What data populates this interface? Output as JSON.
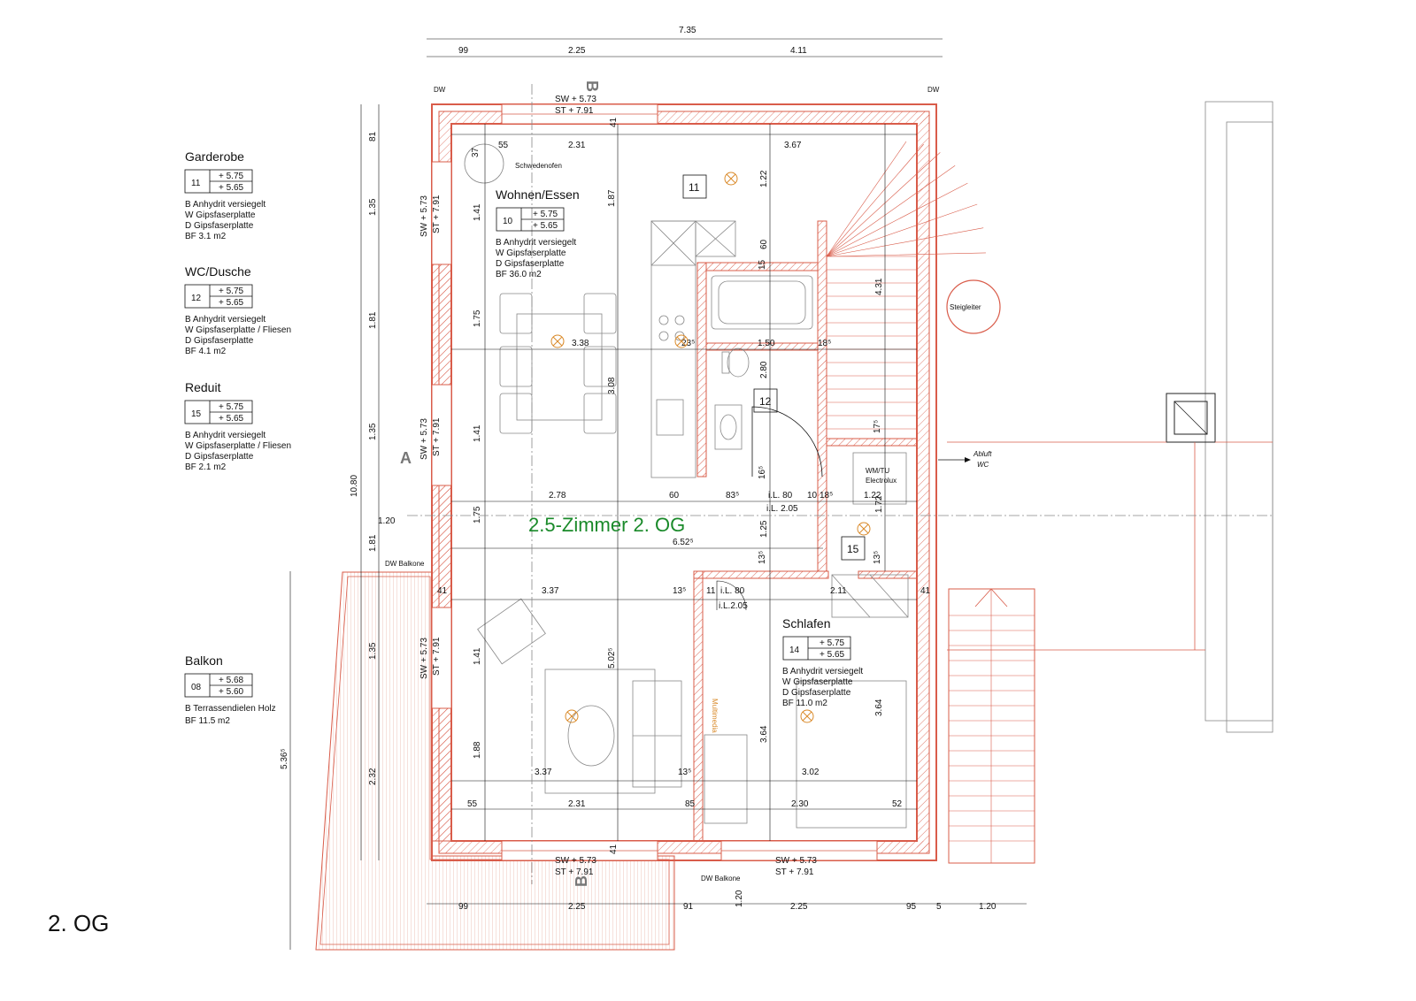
{
  "plan": {
    "floor_label": "2. OG",
    "center_label": "2.5-Zimmer 2. OG",
    "section_marks": {
      "a": "A",
      "b": "B"
    },
    "rooms": [
      {
        "number": "11",
        "name": "Garderobe",
        "levels": [
          "+ 5.75",
          "+ 5.65"
        ],
        "lines": [
          "B   Anhydrit versiegelt",
          "W   Gipsfaserplatte",
          "D   Gipsfaserplatte",
          "BF  3.1 m2"
        ]
      },
      {
        "number": "12",
        "name": "WC/Dusche",
        "levels": [
          "+ 5.75",
          "+ 5.65"
        ],
        "lines": [
          "B   Anhydrit versiegelt",
          "W   Gipsfaserplatte / Fliesen",
          "D   Gipsfaserplatte",
          "BF  4.1 m2"
        ]
      },
      {
        "number": "15",
        "name": "Reduit",
        "levels": [
          "+ 5.75",
          "+ 5.65"
        ],
        "lines": [
          "B   Anhydrit versiegelt",
          "W   Gipsfaserplatte / Fliesen",
          "D   Gipsfaserplatte",
          "BF  2.1 m2"
        ]
      },
      {
        "number": "08",
        "name": "Balkon",
        "levels": [
          "+ 5.68",
          "+ 5.60"
        ],
        "lines": [
          "B   Terrassendielen Holz",
          "BF  11.5 m2"
        ]
      },
      {
        "number": "10",
        "name": "Wohnen/Essen",
        "levels": [
          "+ 5.75",
          "+ 5.65"
        ],
        "lines": [
          "B   Anhydrit versiegelt",
          "W   Gipsfaserplatte",
          "D   Gipsfaserplatte",
          "BF  36.0 m2"
        ]
      },
      {
        "number": "14",
        "name": "Schlafen",
        "levels": [
          "+ 5.75",
          "+ 5.65"
        ],
        "lines": [
          "B   Anhydrit versiegelt",
          "W   Gipsfaserplatte",
          "D   Gipsfaserplatte",
          "BF  11.0 m2"
        ]
      }
    ],
    "room_tags": [
      "11",
      "12",
      "15"
    ],
    "window_notes": {
      "sw": "SW + 5.73",
      "st": "ST + 7.91"
    },
    "notes": {
      "dw": "DW",
      "dw_balkone": "DW Balkone",
      "schwedenofen": "Schwedenofen",
      "steigleiter": "Steigleiter",
      "abluft": "Abluft",
      "wc": "WC",
      "wm_tu": "WM/TU",
      "electrolux": "Electrolux",
      "multimedia": "Multimedia"
    },
    "dims_top": {
      "total": "7.35",
      "a": "99",
      "b": "2.25",
      "c": "4.11"
    },
    "dims_bottom": {
      "a": "99",
      "b": "2.25",
      "c": "91",
      "d": "1.20",
      "e": "2.25",
      "f": "95",
      "g": "5",
      "h": "1.20"
    },
    "dims_left": {
      "total": "10.80",
      "a": "81",
      "b": "1.35",
      "c": "1.81",
      "d": "1.35",
      "e": "1.81",
      "f": "1.35",
      "g": "2.32",
      "balkon": "5.36⁵",
      "balk_w": "1.20"
    },
    "dims_inner": {
      "r1": [
        "55",
        "2.31",
        "3.67",
        "37"
      ],
      "v1": [
        "1.87",
        "1.41",
        "1.75",
        "3.08",
        "1.41",
        "1.75",
        "1.22",
        "60",
        "15",
        "4.31",
        "2.80",
        "17⁵",
        "16⁵",
        "1.72",
        "1.25",
        "13⁵",
        "13⁵"
      ],
      "h_mid": [
        "3.38",
        "23⁵",
        "1.50",
        "18⁵"
      ],
      "h_row": [
        "2.78",
        "60",
        "83⁵",
        "i.L. 80",
        "10",
        "18⁵",
        "1.22",
        "i.L. 2.05",
        "6.52⁵"
      ],
      "h_lower": [
        "41",
        "3.37",
        "13⁵",
        "11",
        "i.L. 80",
        "2.11",
        "41",
        "i.L.2.05"
      ],
      "v_lower": [
        "1.41",
        "5.02⁵",
        "1.88",
        "3.64",
        "3.64"
      ],
      "h_bot1": [
        "3.37",
        "13⁵",
        "3.02"
      ],
      "h_bot2": [
        "55",
        "2.31",
        "85",
        "2.30",
        "52"
      ],
      "v41": [
        "41",
        "41"
      ]
    }
  }
}
